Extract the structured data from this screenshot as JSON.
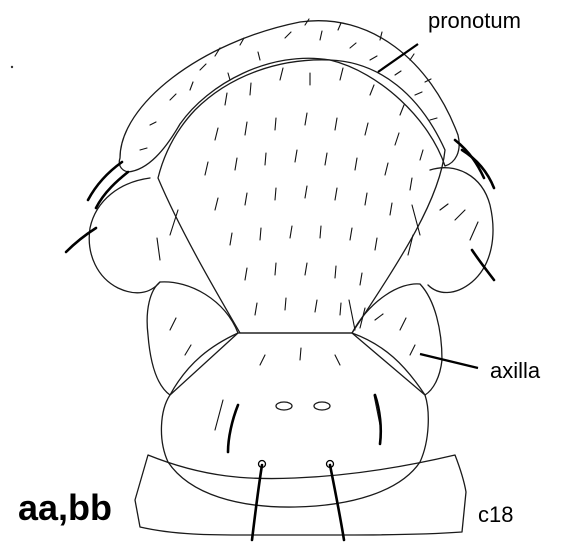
{
  "labels": {
    "pronotum": "pronotum",
    "axilla": "axilla",
    "c18": "c18",
    "specimen_code": "aa,bb"
  }
}
